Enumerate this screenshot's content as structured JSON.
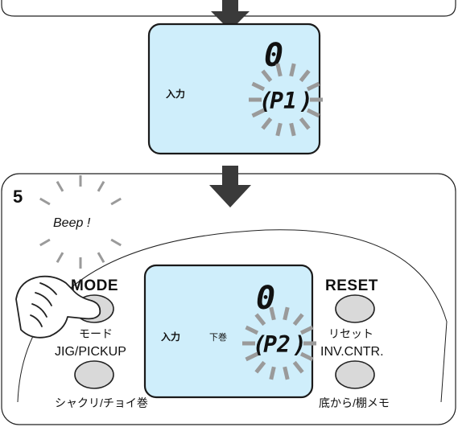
{
  "step_number": "5",
  "beep_label": "Beep !",
  "lcd_top": {
    "input_label": "入力",
    "counter": "0",
    "mode_display": "P1"
  },
  "lcd_bottom": {
    "input_label": "入力",
    "sub_label": "下巻",
    "counter": "0",
    "mode_display": "P2"
  },
  "buttons": {
    "mode": {
      "label": "MODE",
      "sub_label": "モード"
    },
    "reset": {
      "label": "RESET",
      "sub_label": "リセット"
    },
    "jig_pickup": {
      "label": "JIG/PICKUP",
      "sub_label": "シャクリ/チョイ巻"
    },
    "inv_cntr": {
      "label": "INV.CNTR.",
      "sub_label": "底から/棚メモ"
    }
  },
  "colors": {
    "lcd_fill": "#cfeefb",
    "button_fill": "#d9d9d9",
    "arrow": "#3a3a3a",
    "ray": "#9a9a9a"
  }
}
